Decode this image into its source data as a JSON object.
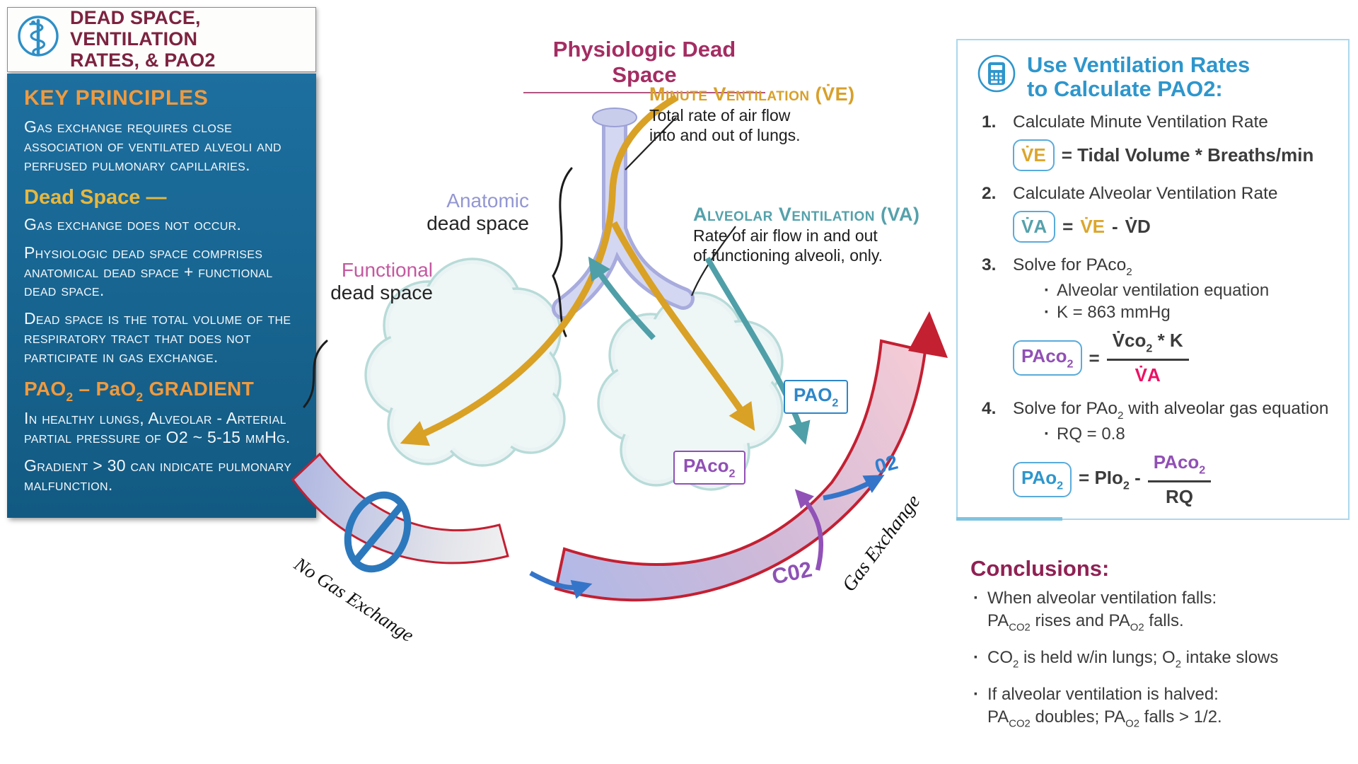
{
  "colors": {
    "panel_blue_top": "#1d6f9f",
    "panel_blue_bottom": "#125a82",
    "orange": "#f09a3e",
    "gold": "#e7b83f",
    "gold_strong": "#dca62c",
    "maroon_title": "#7c2340",
    "magenta_title": "#a42d62",
    "right_blue": "#2e96cc",
    "alveolar_teal": "#55a1ab",
    "minute_gold": "#d8a02a",
    "periwinkle": "#9397d1",
    "pink": "#c558a0",
    "formula_pink": "#ed1164",
    "purple": "#9150b5",
    "pao2_blue": "#2e86c8",
    "band_red": "#c32032",
    "conclusions_maroon": "#8f2153",
    "box_border_blue": "#59abdb",
    "panel_border": "#abd8ec",
    "o2_blue": "#2e7fd0",
    "co2_purple": "#8d52b5",
    "prohibition_blue": "#2c78bd",
    "arrow_gold": "#d9a125",
    "arrow_teal": "#4f9fa8",
    "arrow_blue": "#3575c9",
    "arrow_purple": "#9152b8"
  },
  "header": {
    "title_line1": "DEAD SPACE, VENTILATION",
    "title_line2": "RATES, & PAO2",
    "icon": "asclepius-icon"
  },
  "key_principles": {
    "heading": "KEY PRINCIPLES",
    "p1": "Gas exchange requires close association of ventilated alveoli and perfused pulmonary capillaries.",
    "dead_space_heading": "Dead Space —",
    "p2": "Gas exchange does not occur.",
    "p3": "Physiologic dead space comprises anatomical dead space + functional dead space.",
    "p4": "Dead space is the total volume of the respiratory tract that does not participate in gas exchange.",
    "gradient_heading_segments": [
      {
        "t": "PAO"
      },
      {
        "s": "2"
      },
      {
        "t": " – PaO"
      },
      {
        "s": "2"
      },
      {
        "t": " GRADIENT"
      }
    ],
    "p5": "In healthy lungs, Alveolar - Arterial partial pressure of O2 ~ 5-15 mmHg.",
    "p6": "Gradient > 30 can indicate pulmonary malfunction."
  },
  "diagram": {
    "title": "Physiologic Dead Space",
    "minute": {
      "heading": "Minute Ventilation (V̇E)",
      "line1": "Total rate of air flow",
      "line2": "into and out of lungs."
    },
    "alveolar": {
      "heading": "Alveolar Ventilation (VA)",
      "line1": "Rate of air flow in and out",
      "line2": "of functioning alveoli, only."
    },
    "anatomic": {
      "word": "Anatomic",
      "rest": "dead space"
    },
    "functional": {
      "word": "Functional",
      "rest": "dead space"
    },
    "pao2_box_segments": [
      {
        "t": "PAO"
      },
      {
        "s": "2"
      }
    ],
    "paco2_box_segments": [
      {
        "t": "PAco"
      },
      {
        "s": "2"
      }
    ],
    "no_gas_exchange": "No Gas Exchange",
    "gas_exchange": "Gas Exchange",
    "o2": "02",
    "co2": "C02"
  },
  "calc_panel": {
    "icon": "calculator-icon",
    "title_line1": "Use Ventilation Rates",
    "title_line2": "to Calculate PAO2:",
    "steps": [
      {
        "num": "1.",
        "label": "Calculate Minute Ventilation Rate"
      },
      {
        "num": "2.",
        "label": "Calculate  Alveolar Ventilation Rate"
      },
      {
        "num": "3.",
        "label_segments": [
          {
            "t": "Solve for  PAco"
          },
          {
            "s": "2"
          }
        ],
        "bullets": [
          "Alveolar ventilation equation",
          "K = 863 mmHg"
        ]
      },
      {
        "num": "4.",
        "label_segments": [
          {
            "t": "Solve for PAo"
          },
          {
            "s": "2"
          },
          {
            "t": " with alveolar gas equation"
          }
        ],
        "bullets": [
          "RQ = 0.8"
        ]
      }
    ],
    "f1": {
      "box": "V̇E",
      "rest": "= Tidal Volume * Breaths/min"
    },
    "f2": {
      "box": "V̇A",
      "eq": "=",
      "ve": "V̇E",
      "minus": "-",
      "vd": "V̇D"
    },
    "f3": {
      "box_segments": [
        {
          "t": "PAco"
        },
        {
          "s": "2"
        }
      ],
      "eq": "=",
      "num_segments": [
        {
          "t": "V̇co"
        },
        {
          "s": "2"
        },
        {
          "t": " * K"
        }
      ],
      "den": "V̇A"
    },
    "f4": {
      "box_segments": [
        {
          "t": "PAo"
        },
        {
          "s": "2"
        }
      ],
      "eq_segments": [
        {
          "t": "= PIo"
        },
        {
          "s": "2"
        },
        {
          "t": " -"
        }
      ],
      "num_segments": [
        {
          "t": "PAco"
        },
        {
          "s": "2"
        }
      ],
      "den": "RQ"
    }
  },
  "conclusions": {
    "heading": "Conclusions:",
    "bullet1_line1": "When alveolar ventilation falls:",
    "bullet1_line2_segments": [
      {
        "t": "PA"
      },
      {
        "s": "CO2"
      },
      {
        "t": " rises and PA"
      },
      {
        "s": "O2"
      },
      {
        "t": " falls."
      }
    ],
    "bullet2_segments": [
      {
        "t": " CO"
      },
      {
        "s": "2"
      },
      {
        "t": " is held w/in lungs; O"
      },
      {
        "s": "2"
      },
      {
        "t": " intake slows"
      }
    ],
    "bullet3_line1": "If alveolar ventilation is halved:",
    "bullet3_line2_segments": [
      {
        "t": "PA"
      },
      {
        "s": "CO2"
      },
      {
        "t": " doubles; PA"
      },
      {
        "s": "O2"
      },
      {
        "t": " falls > 1/2."
      }
    ]
  }
}
